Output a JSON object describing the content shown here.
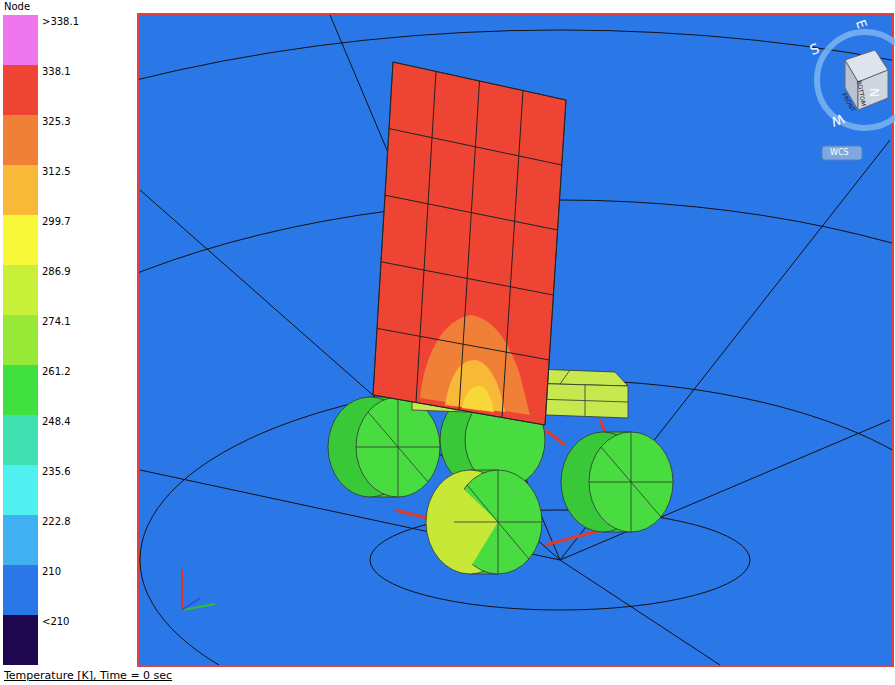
{
  "diagram": {
    "caption": "Temperature [K], Time = 0 sec",
    "labels": [
      "Node",
      "S",
      "E",
      "N",
      "W",
      "FRONT",
      "BOTTOM",
      "WCS"
    ],
    "legend": [
      {
        "text": ">338.1",
        "color": "#ee77ee"
      },
      {
        "text": "338.1",
        "color": "#ee4433"
      },
      {
        "text": "325.3",
        "color": "#f08038"
      },
      {
        "text": "312.5",
        "color": "#f8b838"
      },
      {
        "text": "299.7",
        "color": "#f8f838"
      },
      {
        "text": "286.9",
        "color": "#c8f038"
      },
      {
        "text": "274.1",
        "color": "#98e838"
      },
      {
        "text": "261.2",
        "color": "#40e040"
      },
      {
        "text": "248.4",
        "color": "#40e0b0"
      },
      {
        "text": "235.6",
        "color": "#50f0f0"
      },
      {
        "text": "222.8",
        "color": "#40b0f0"
      },
      {
        "text": "210",
        "color": "#2a78e8"
      },
      {
        "text": "<210",
        "color": "#200850"
      }
    ]
  }
}
